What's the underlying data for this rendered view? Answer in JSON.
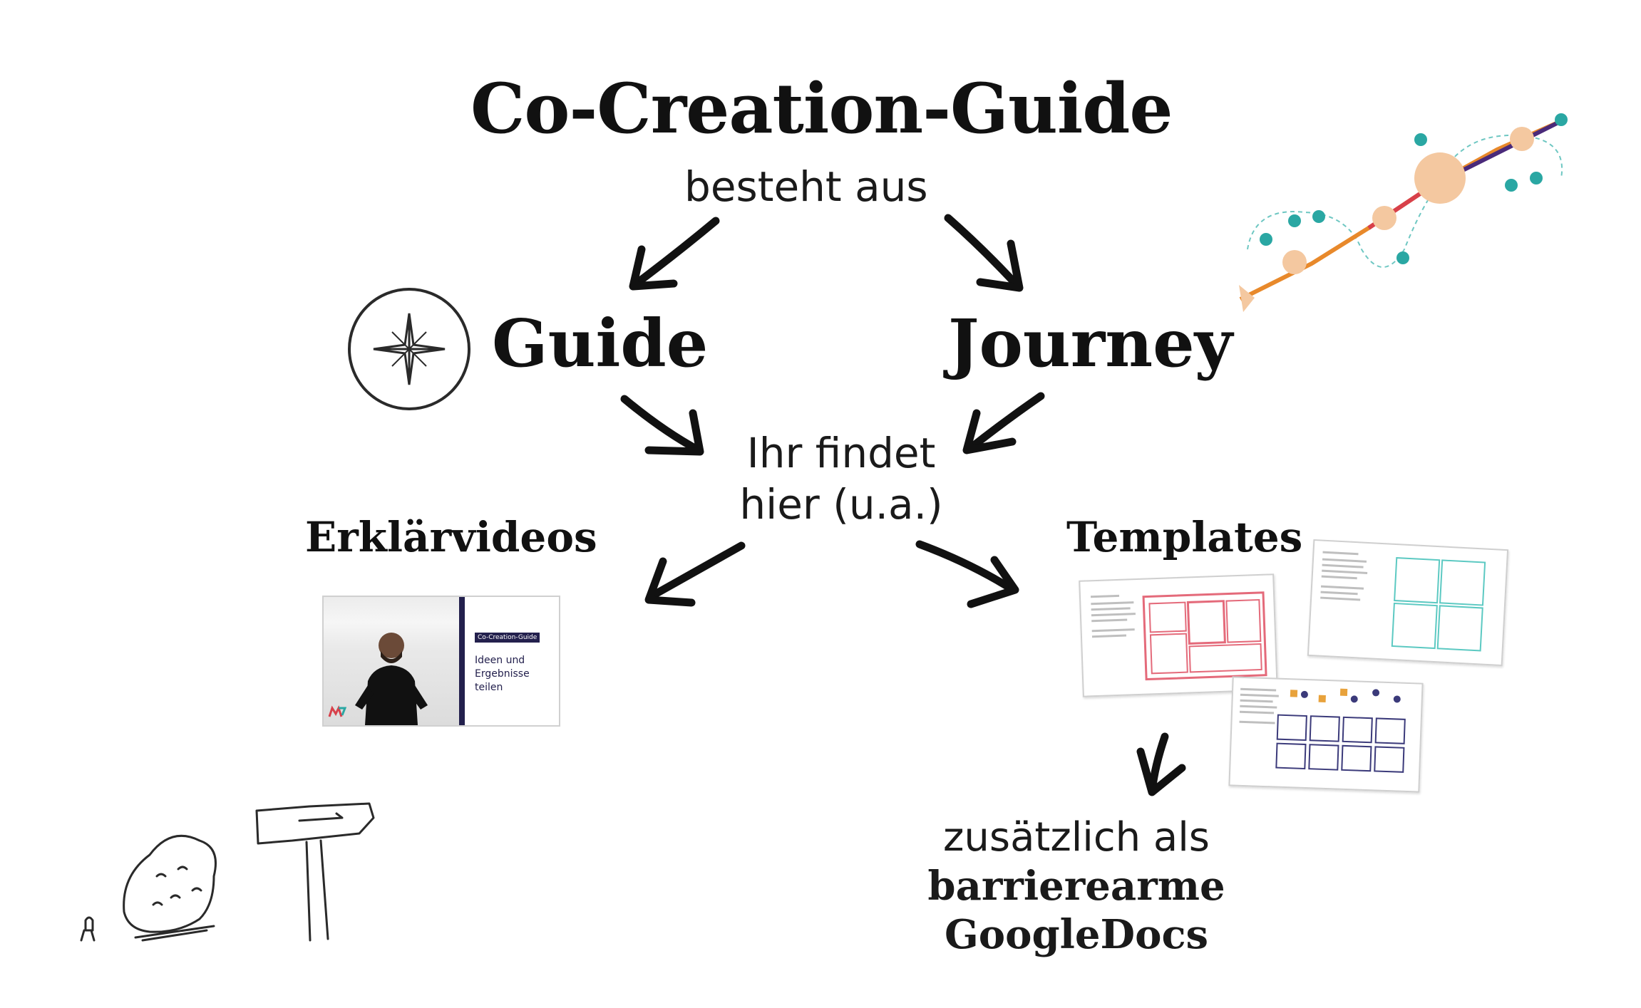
{
  "title": "Co-Creation-Guide",
  "subtitle": "besteht aus",
  "nodes": {
    "guide": "Guide",
    "journey": "Journey",
    "finds_line1": "Ihr findet",
    "finds_line2": "hier (u.a.)",
    "videos": "Erklärvideos",
    "templates": "Templates"
  },
  "video_thumbnail": {
    "tag": "Co-Creation-Guide",
    "text_line1": "Ideen und",
    "text_line2": "Ergebnisse",
    "text_line3": "teilen"
  },
  "extra": {
    "line1": "zusätzlich als",
    "line2": "barrierearme",
    "line3": "GoogleDocs"
  },
  "colors": {
    "ink": "#111111",
    "navy": "#23204d",
    "teal": "#2aa7a3",
    "peach": "#f4c8a0",
    "orange": "#e8892b",
    "red": "#d8404a",
    "purple": "#4a2a7a",
    "pink_frame": "#e46a7a",
    "teal_frame": "#5cc9c2",
    "navy_frame": "#3b3a7a"
  },
  "icons": [
    "compass-icon",
    "journey-path-illustration",
    "rock-signpost-illustration"
  ]
}
